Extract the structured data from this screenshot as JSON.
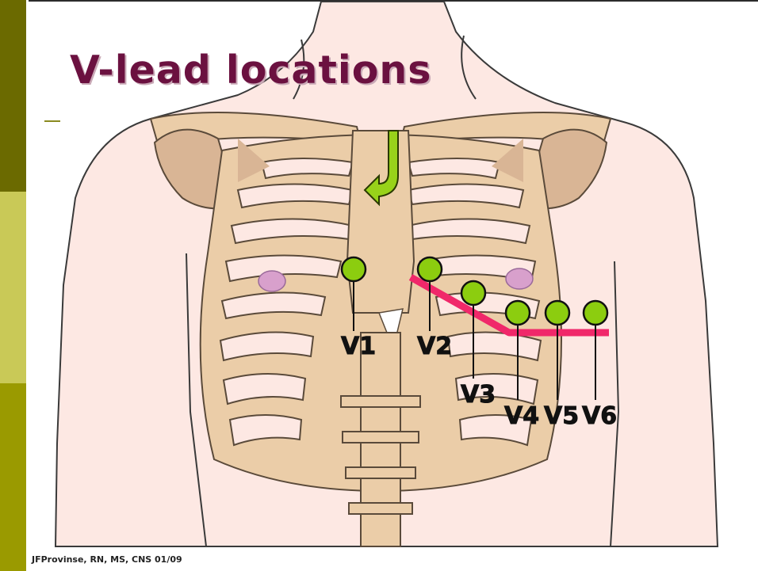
{
  "slide": {
    "title": "V-lead locations",
    "footer": "JFProvinse, RN, MS, CNS 01/09"
  },
  "leads": {
    "v1": "V1",
    "v2": "V2",
    "v3": "V3",
    "v4": "V4",
    "v5": "V5",
    "v6": "V6"
  },
  "colors": {
    "title": "#6b1140",
    "electrode": "#8ccd0f",
    "line": "#f0286a",
    "skin": "#fde8e3",
    "bone": "#ebcda8",
    "arrow": "#98d21a"
  }
}
